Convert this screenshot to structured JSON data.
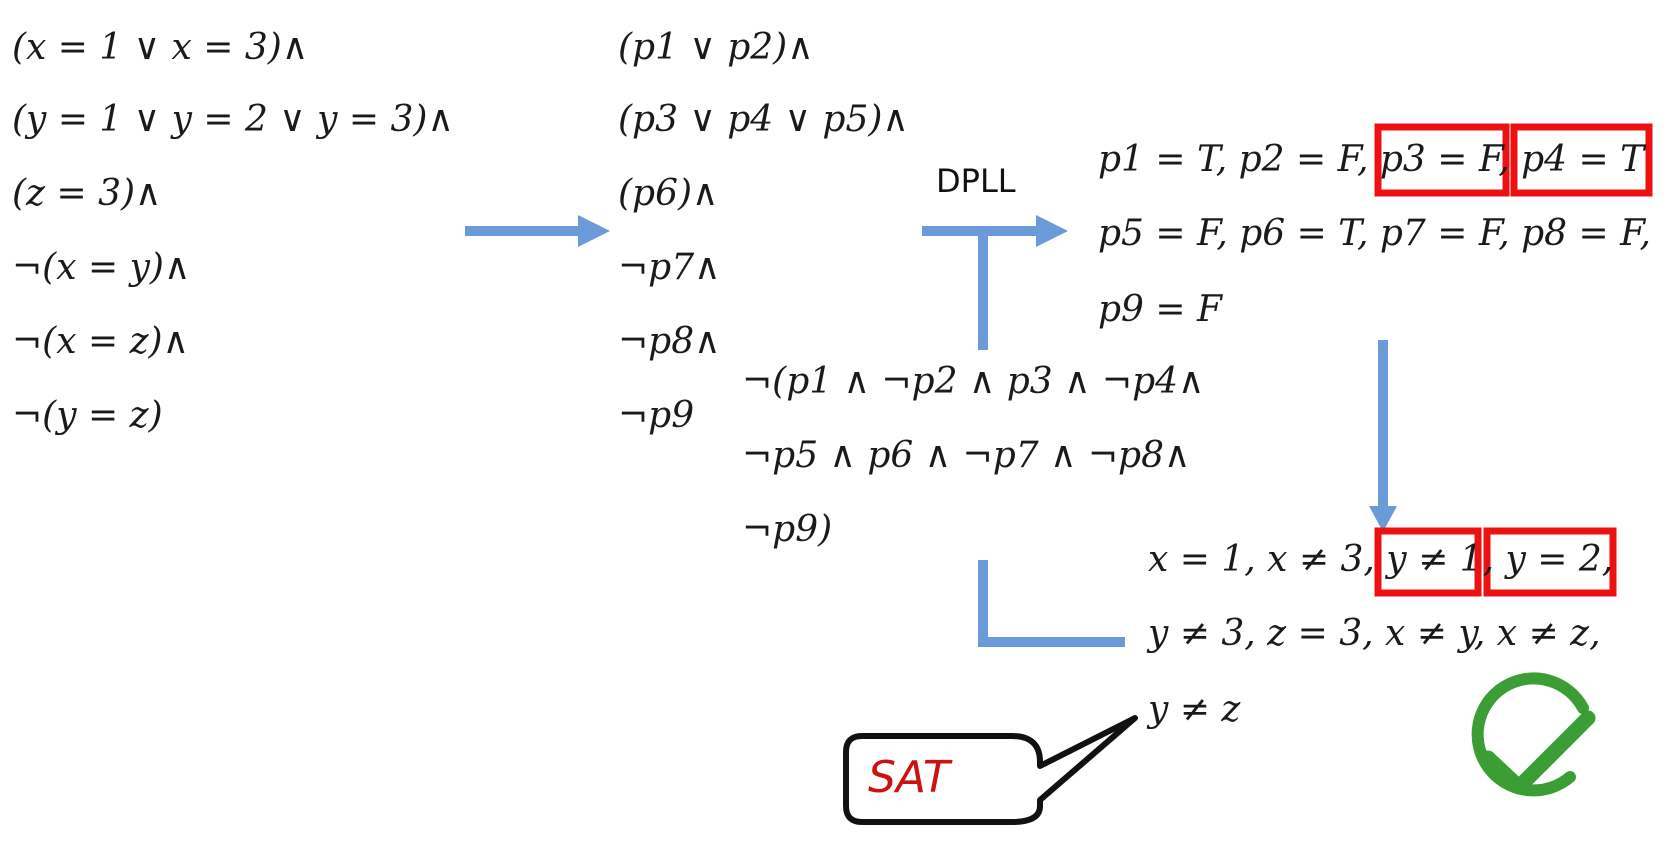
{
  "original_formula": [
    "(x = 1 ∨ x = 3)∧",
    "(y = 1 ∨ y = 2 ∨ y = 3)∧",
    "(z = 3)∧",
    "¬(x = y)∧",
    "¬(x = z)∧",
    "¬(y = z)"
  ],
  "boolean_abstraction": [
    "(p1 ∨ p2)∧",
    "(p3 ∨ p4 ∨ p5)∧",
    "(p6)∧",
    "¬p7∧",
    "¬p8∧",
    "¬p9"
  ],
  "dpll_label": "DPLL",
  "dpll_assignment": [
    "p1 = T, p2 = F, p3 = F, p4 = T",
    "p5 = F, p6 = T, p7 = F, p8 = F,",
    "p9 = F"
  ],
  "blocking_clause": [
    "¬(p1 ∧ ¬p2 ∧ p3 ∧ ¬p4∧",
    "¬p5 ∧ p6 ∧ ¬p7 ∧ ¬p8∧",
    "¬p9)"
  ],
  "theory_assignment": [
    "x = 1, x ≠ 3, y ≠ 1, y = 2,",
    "y ≠ 3, z = 3, x ≠ y, x ≠ z,",
    "y ≠ z"
  ],
  "sat_label": "SAT",
  "colors": {
    "arrow": "#6a9bd8",
    "highlight": "#ee1111",
    "check": "#3a9e35",
    "sat_text": "#cc1111"
  }
}
